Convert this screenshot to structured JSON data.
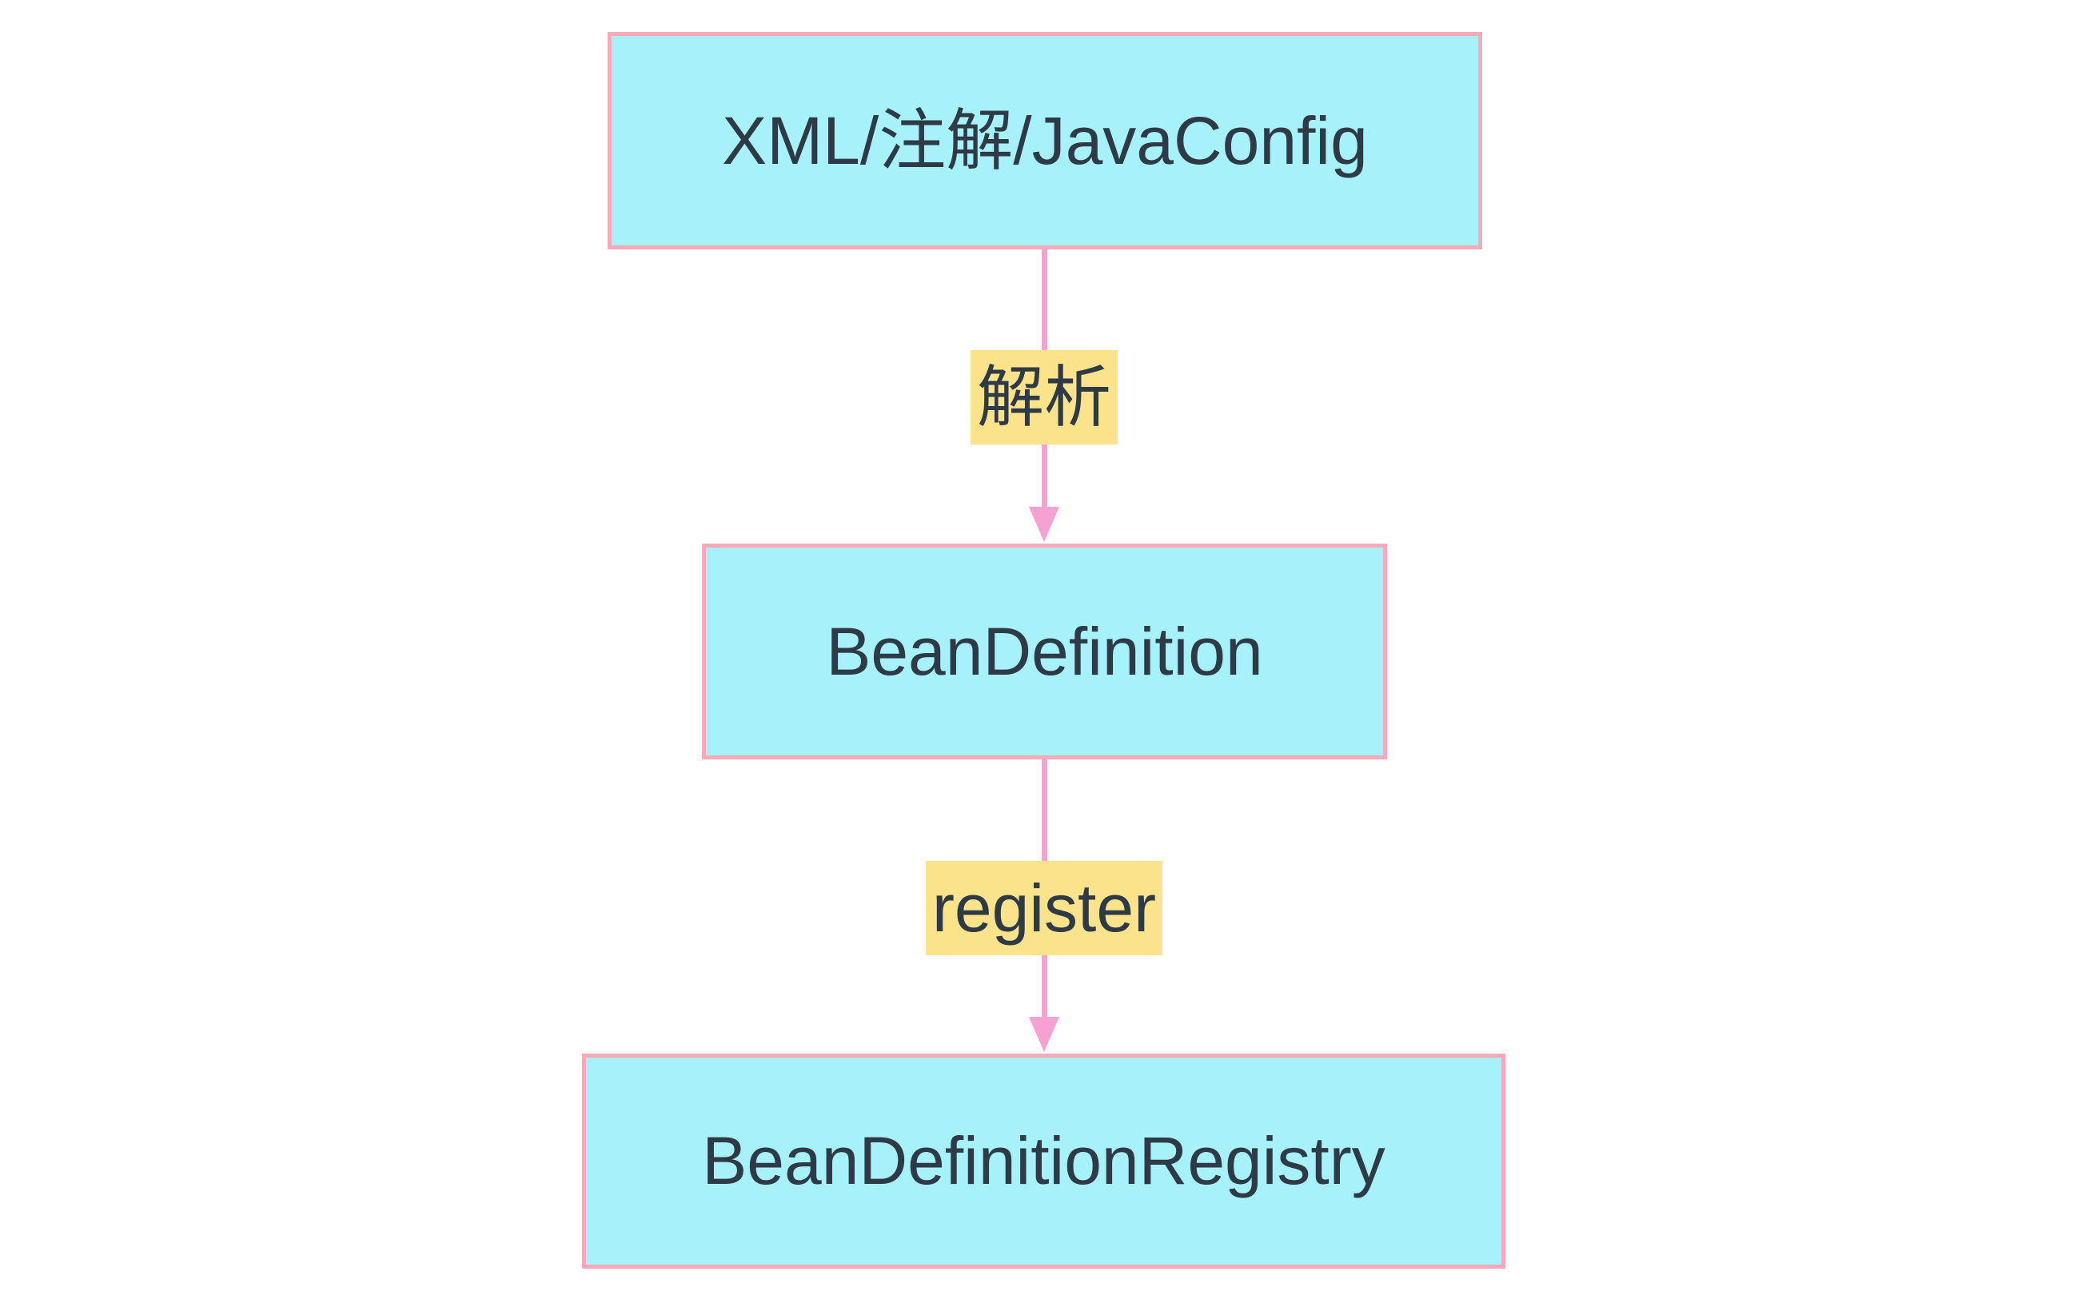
{
  "diagram": {
    "type": "flowchart",
    "direction": "top-down",
    "nodes": [
      {
        "id": "config-source",
        "label": "XML/注解/JavaConfig"
      },
      {
        "id": "bean-definition",
        "label": "BeanDefinition"
      },
      {
        "id": "bean-definition-registry",
        "label": "BeanDefinitionRegistry"
      }
    ],
    "edges": [
      {
        "from": "config-source",
        "to": "bean-definition",
        "label": "解析"
      },
      {
        "from": "bean-definition",
        "to": "bean-definition-registry",
        "label": "register"
      }
    ],
    "colors": {
      "node_fill": "#A6F1FA",
      "node_border": "#F9A9B8",
      "arrow": "#F7A1D3",
      "edge_label_background": "#FAE38B",
      "text": "#2E3A46",
      "background": "#FFFFFF"
    }
  }
}
